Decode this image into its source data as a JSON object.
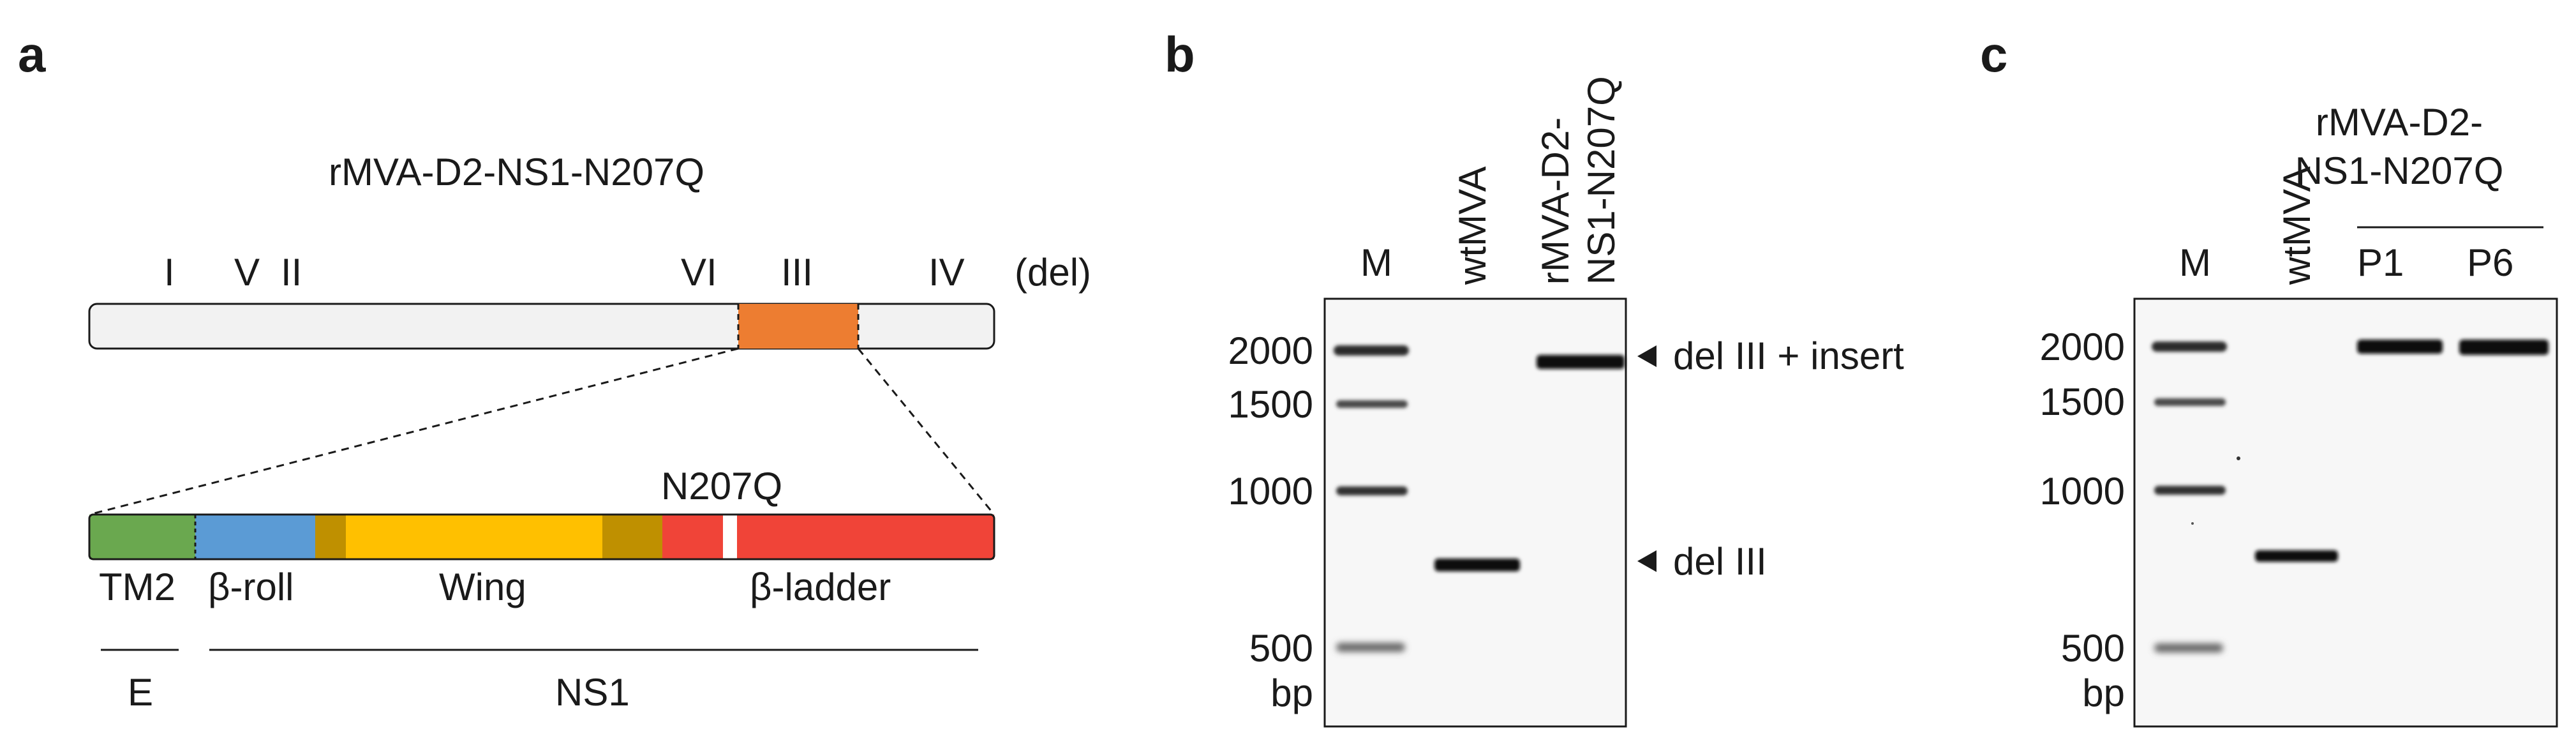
{
  "panel_a": {
    "panel_label": "a",
    "title": "rMVA-D2-NS1-N207Q",
    "del_sites": [
      "I",
      "V",
      "II",
      "VI",
      "III",
      "IV"
    ],
    "del_label": "(del)",
    "mutation_label": "N207Q",
    "domains": [
      "TM2",
      "β-roll",
      "Wing",
      "β-ladder"
    ],
    "group_labels": [
      "E",
      "NS1"
    ],
    "colors": {
      "tm2": "#6aa84f",
      "beta_roll": "#5b9bd5",
      "linker": "#bf9000",
      "wing": "#ffc000",
      "beta_ladder": "#f04438",
      "insert_site": "#ed7d31",
      "genome": "#f2f2f2"
    }
  },
  "panel_b": {
    "panel_label": "b",
    "lanes": [
      "M",
      "wtMVA",
      "rMVA-D2-",
      "NS1-N207Q"
    ],
    "marker_ticks": [
      "2000",
      "1500",
      "1000",
      "500"
    ],
    "unit": "bp",
    "annotations": [
      "del III + insert",
      "del III"
    ]
  },
  "panel_c": {
    "panel_label": "c",
    "group_header": [
      "rMVA-D2-",
      "NS1-N207Q"
    ],
    "lanes": [
      "M",
      "wtMVA",
      "P1",
      "P6"
    ],
    "marker_ticks": [
      "2000",
      "1500",
      "1000",
      "500"
    ],
    "unit": "bp"
  }
}
